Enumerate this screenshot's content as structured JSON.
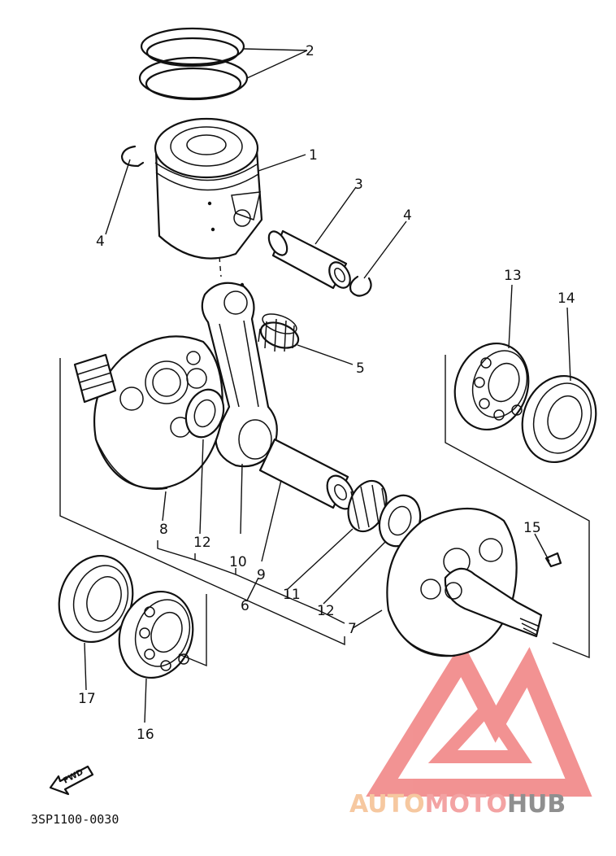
{
  "callouts": [
    "1",
    "2",
    "3",
    "4",
    "4",
    "5",
    "6",
    "7",
    "8",
    "9",
    "10",
    "11",
    "12",
    "12",
    "13",
    "14",
    "15",
    "16",
    "17"
  ],
  "diagram_code": "3SP1100-0030",
  "fwd_label": "FWD",
  "watermark": {
    "part1": "AUTO",
    "part2": "MOTO",
    "part3": "HUB",
    "colors": {
      "auto": "#f6c8a0",
      "moto": "#f3a3a3",
      "hub": "#8f8f8f",
      "logo": "#f08080"
    }
  }
}
